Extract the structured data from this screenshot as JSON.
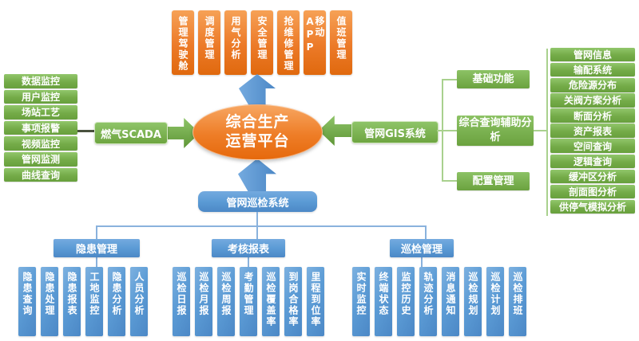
{
  "platform": {
    "line1": "综合生产",
    "line2": "运营平台"
  },
  "top_modules": [
    "管理驾驶舱",
    "调度管理",
    "用气分析",
    "安全管理",
    "抢维修管理",
    "移动APP",
    "值班管理"
  ],
  "scada": {
    "label": "燃气SCADA",
    "items": [
      "数据监控",
      "用户监控",
      "场站工艺",
      "事项报警",
      "视频监控",
      "管网监测",
      "曲线查询"
    ]
  },
  "gis": {
    "label": "管网GIS系统",
    "groups": [
      "基础功能",
      "综合查询辅助分析",
      "配置管理"
    ],
    "functions": [
      "管网信息",
      "输配系统",
      "危险源分布",
      "关阀方案分析",
      "断面分析",
      "资产报表",
      "空间查询",
      "逻辑查询",
      "缓冲区分析",
      "剖面图分析",
      "供停气模拟分析"
    ]
  },
  "inspection": {
    "label": "管网巡检系统",
    "sections": [
      {
        "label": "隐患管理",
        "items": [
          "隐患查询",
          "隐患处理",
          "隐患报表",
          "工地监控",
          "隐患分析",
          "人员分析"
        ]
      },
      {
        "label": "考核报表",
        "items": [
          "巡检日报",
          "巡检月报",
          "巡检周报",
          "考勤管理",
          "巡检覆盖率",
          "到岗合格率",
          "里程到位率"
        ]
      },
      {
        "label": "巡检管理",
        "items": [
          "实时监控",
          "终端状态",
          "监控历史",
          "轨迹分析",
          "消息通知",
          "巡检规划",
          "巡检计划",
          "巡检排班"
        ]
      }
    ]
  },
  "colors": {
    "orange": "#ed7d31",
    "green": "#70ad47",
    "blue": "#5b9bd5"
  }
}
